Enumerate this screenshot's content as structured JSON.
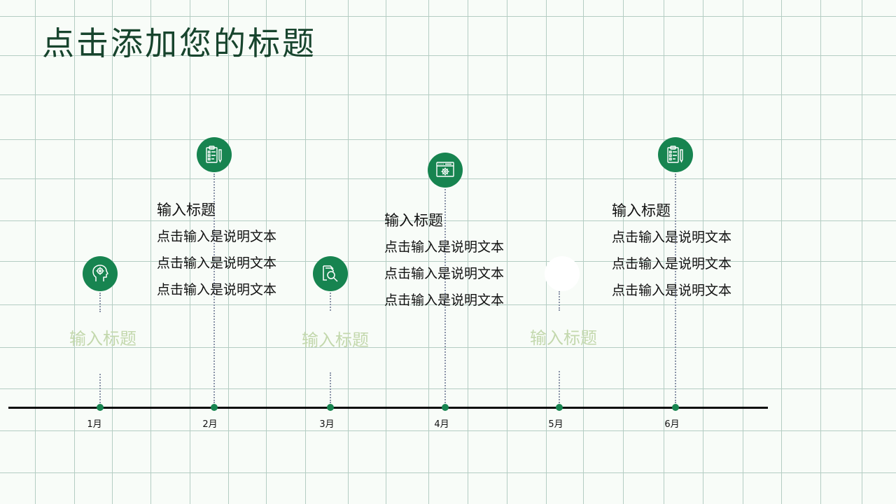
{
  "page": {
    "title": "点击添加您的标题",
    "colors": {
      "background": "#f8fcf8",
      "grid": "#b4cdc3",
      "title": "#17442d",
      "accent": "#178450",
      "muted_title": "#c3d8ad",
      "axis": "#0a0a0a"
    }
  },
  "timeline": {
    "months": [
      "1月",
      "2月",
      "3月",
      "4月",
      "5月",
      "6月"
    ],
    "nodes": [
      {
        "month": "1月",
        "icon": "head-gear-icon",
        "position": "low",
        "title": "输入标题"
      },
      {
        "month": "2月",
        "icon": "clipboard-checklist-icon",
        "position": "high",
        "title": "输入标题",
        "lines": [
          "点击输入是说明文本",
          "点击输入是说明文本",
          "点击输入是说明文本"
        ]
      },
      {
        "month": "3月",
        "icon": "document-search-icon",
        "position": "low",
        "title": "输入标题"
      },
      {
        "month": "4月",
        "icon": "browser-gear-icon",
        "position": "high",
        "title": "输入标题",
        "lines": [
          "点击输入是说明文本",
          "点击输入是说明文本",
          "点击输入是说明文本"
        ]
      },
      {
        "month": "5月",
        "icon": "empty-circle",
        "position": "low",
        "title": "输入标题"
      },
      {
        "month": "6月",
        "icon": "clipboard-checklist-icon",
        "position": "high",
        "title": "输入标题",
        "lines": [
          "点击输入是说明文本",
          "点击输入是说明文本",
          "点击输入是说明文本"
        ]
      }
    ]
  }
}
